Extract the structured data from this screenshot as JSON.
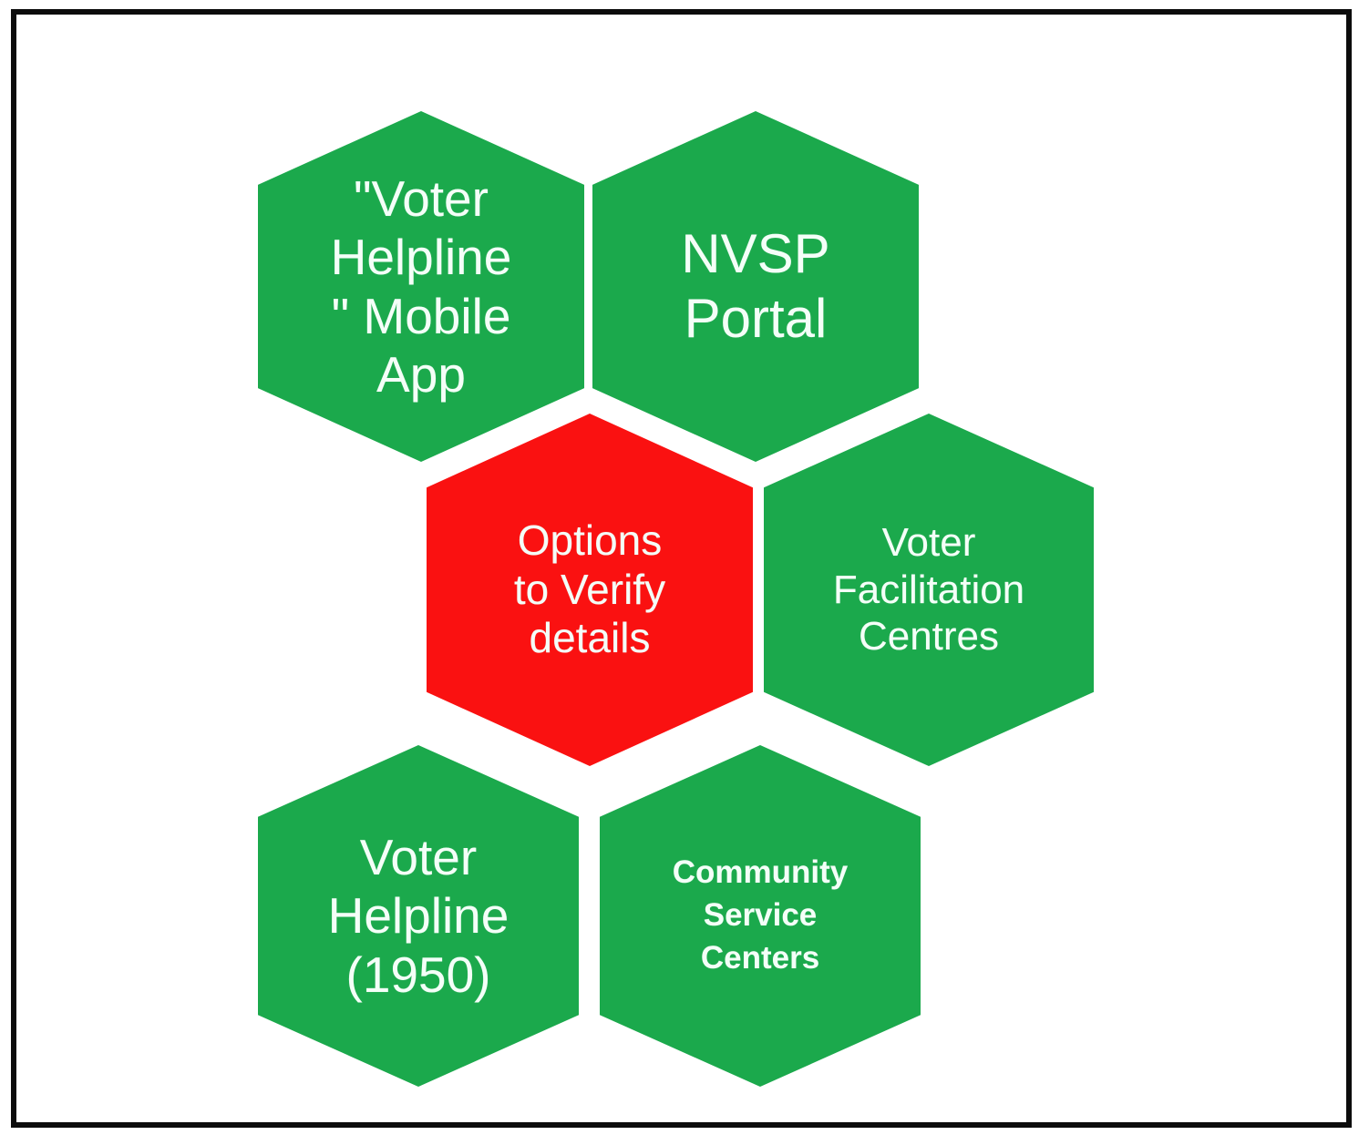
{
  "diagram": {
    "type": "hexagon-cluster",
    "title": "Options to Verify details",
    "frame_color": "#0c0c0c",
    "background_color": "#ffffff",
    "node_colors": {
      "green": "#1BA94C",
      "red": "#FA1111",
      "text": "#f4fff8"
    },
    "center_node": {
      "id": "options-to-verify",
      "label": "Options\nto Verify\ndetails",
      "color": "#FA1111",
      "role": "center"
    },
    "nodes": [
      {
        "id": "voter-helpline-mobile-app",
        "label": "\"Voter\nHelpline\n\" Mobile\nApp",
        "color": "#1BA94C",
        "position": "top-left",
        "bold": false
      },
      {
        "id": "nvsp-portal",
        "label": "NVSP\nPortal",
        "color": "#1BA94C",
        "position": "top-right",
        "bold": false
      },
      {
        "id": "voter-facilitation-centres",
        "label": "Voter\nFacilitation\nCentres",
        "color": "#1BA94C",
        "position": "middle-right",
        "bold": false
      },
      {
        "id": "voter-helpline-1950",
        "label": "Voter\nHelpline\n(1950)",
        "color": "#1BA94C",
        "position": "bottom-left",
        "bold": false
      },
      {
        "id": "community-service-centers",
        "label": "Community\nService\nCenters",
        "color": "#1BA94C",
        "position": "bottom-right",
        "bold": true
      }
    ]
  }
}
